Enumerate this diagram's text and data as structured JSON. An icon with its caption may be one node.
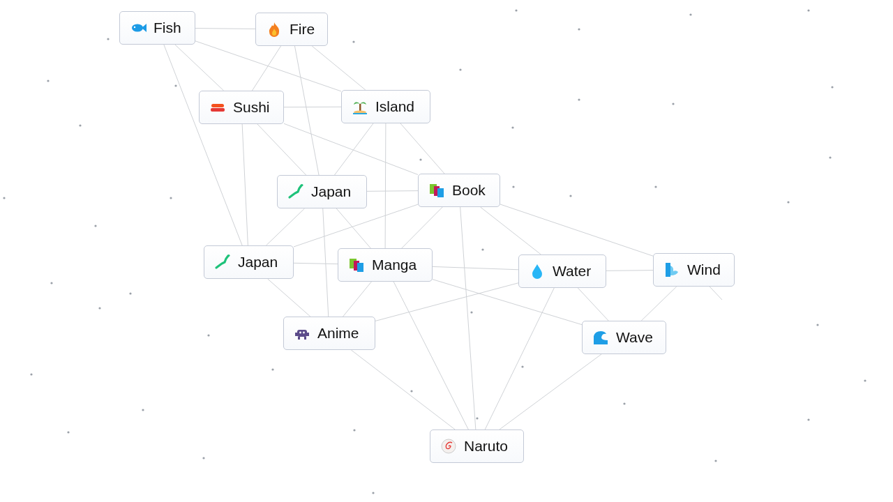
{
  "diagram": {
    "nodes": [
      {
        "text": [
          "Fish"
        ]
      },
      {
        "text": [
          "Fire"
        ]
      },
      {
        "text": [
          "Sushi"
        ]
      },
      {
        "text": [
          "Island"
        ]
      },
      {
        "text": [
          "Japan"
        ]
      },
      {
        "text": [
          "Book"
        ]
      },
      {
        "text": [
          "Japan"
        ]
      },
      {
        "text": [
          "Manga"
        ]
      },
      {
        "text": [
          "Water"
        ]
      },
      {
        "text": [
          "Wind"
        ]
      },
      {
        "text": [
          "Anime"
        ]
      },
      {
        "text": [
          "Wave"
        ]
      },
      {
        "text": [
          "Naruto"
        ]
      }
    ],
    "edges": [
      {
        "from": 0,
        "to": 1,
        "arrow": "none"
      },
      {
        "from": 0,
        "to": 2,
        "arrow": "none"
      },
      {
        "from": 1,
        "to": 2,
        "arrow": "none"
      },
      {
        "from": 0,
        "to": 3,
        "arrow": "none"
      },
      {
        "from": 1,
        "to": 3,
        "arrow": "none"
      },
      {
        "from": 2,
        "to": 3,
        "arrow": "none"
      },
      {
        "from": 1,
        "to": 4,
        "arrow": "none"
      },
      {
        "from": 2,
        "to": 4,
        "arrow": "none"
      },
      {
        "from": 3,
        "to": 4,
        "arrow": "none"
      },
      {
        "from": 3,
        "to": 5,
        "arrow": "none"
      },
      {
        "from": 2,
        "to": 5,
        "arrow": "none"
      },
      {
        "from": 4,
        "to": 5,
        "arrow": "none"
      },
      {
        "from": 2,
        "to": 6,
        "arrow": "none"
      },
      {
        "from": 4,
        "to": 6,
        "arrow": "none"
      },
      {
        "from": 0,
        "to": 6,
        "arrow": "none"
      },
      {
        "from": 4,
        "to": 7,
        "arrow": "none"
      },
      {
        "from": 5,
        "to": 7,
        "arrow": "none"
      },
      {
        "from": 3,
        "to": 7,
        "arrow": "none"
      },
      {
        "from": 6,
        "to": 7,
        "arrow": "none"
      },
      {
        "from": 5,
        "to": 6,
        "arrow": "none"
      },
      {
        "from": 6,
        "to": 10,
        "arrow": "none"
      },
      {
        "from": 7,
        "to": 10,
        "arrow": "none"
      },
      {
        "from": 4,
        "to": 10,
        "arrow": "none"
      },
      {
        "from": 7,
        "to": 8,
        "arrow": "none"
      },
      {
        "from": 5,
        "to": 8,
        "arrow": "none"
      },
      {
        "from": 5,
        "to": 9,
        "arrow": "none"
      },
      {
        "from": 8,
        "to": 9,
        "arrow": "none"
      },
      {
        "from": 8,
        "to": 11,
        "arrow": "none"
      },
      {
        "from": 9,
        "to": 11,
        "arrow": "none"
      },
      {
        "from": 7,
        "to": 11,
        "arrow": "none"
      },
      {
        "from": 10,
        "to": 8,
        "arrow": "none"
      },
      {
        "from": 10,
        "to": 12,
        "arrow": "none"
      },
      {
        "from": 7,
        "to": 12,
        "arrow": "none"
      },
      {
        "from": 5,
        "to": 12,
        "arrow": "none"
      },
      {
        "from": 8,
        "to": 12,
        "arrow": "none"
      },
      {
        "from": 11,
        "to": 12,
        "arrow": "none"
      },
      {
        "from": 9,
        "to": null,
        "arrow": "none"
      }
    ]
  }
}
